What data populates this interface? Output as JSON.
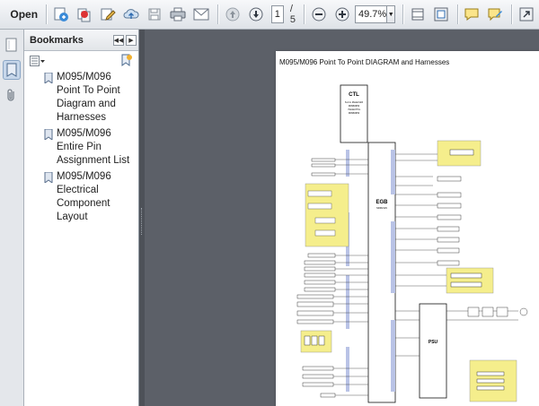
{
  "toolbar": {
    "open_label": "Open",
    "page_current": "1",
    "page_total": "/ 5",
    "zoom_value": "49.7%"
  },
  "panel": {
    "title": "Bookmarks",
    "items": [
      {
        "label": "M095/M096 Point To Point Diagram and Harnesses"
      },
      {
        "label": "M095/M096 Entire Pin Assignment List"
      },
      {
        "label": "M095/M096 Electrical Component Layout"
      }
    ]
  },
  "document": {
    "page_title": "M095/M096 Point To Point DIAGRAM and Harnesses",
    "blocks": {
      "ctl": "CTL",
      "egb": "EGB",
      "psu": "PSU",
      "egb_sub": "M096/129",
      "ctl_sub1": "N.A./L Model:GDI",
      "ctl_sub2": "M0960953",
      "ctl_sub3": "/ Model:PCL",
      "ctl_sub4": "M0960953"
    }
  },
  "colors": {
    "accent": "#f5ee8c",
    "band": "#b9c3e6",
    "toolbar_bg": "#e9ecf0"
  }
}
